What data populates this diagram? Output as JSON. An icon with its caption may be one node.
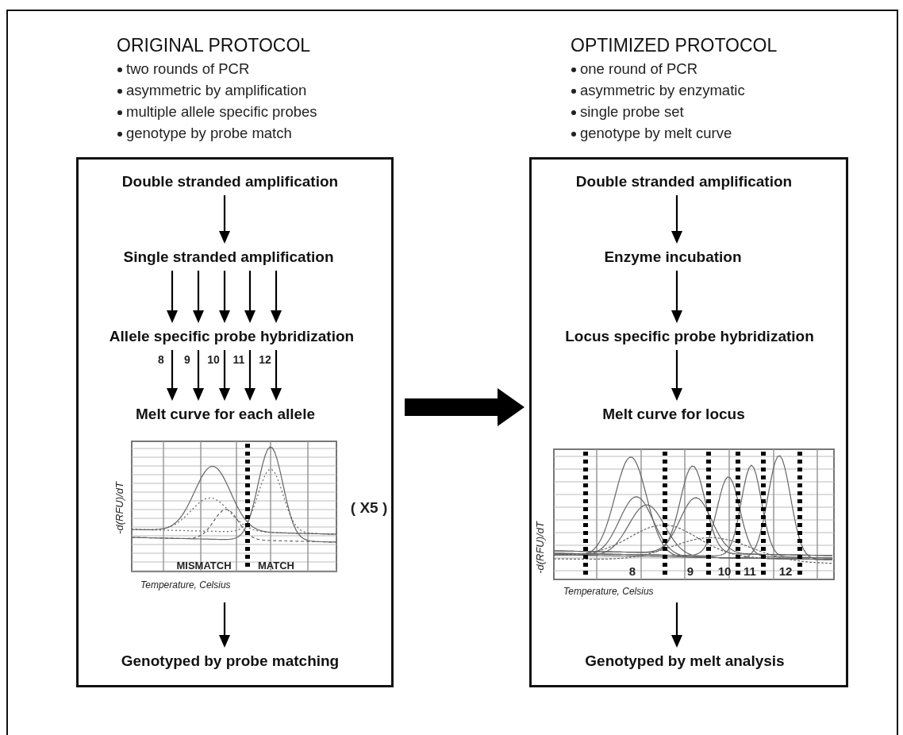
{
  "diagram": {
    "nodes": [
      {
        "text": [
          "ORIGINAL PROTOCOL",
          "two rounds of PCR",
          "asymmetric by amplification",
          "multiple allele specific probes",
          "genotype by probe match"
        ]
      },
      {
        "text": [
          "Double stranded amplification"
        ],
        "in": 0
      },
      {
        "text": [
          "Single stranded amplification"
        ],
        "in": 0
      },
      {
        "text": [
          "Allele specific probe hybridization"
        ],
        "in": 0
      },
      {
        "text": [
          "Melt curve for each allele"
        ],
        "in": 0
      },
      {
        "text": [],
        "shape": "chart",
        "in": 0,
        "beside": [
          "-d(RFU)/dT",
          "( X5 )",
          "Temperature, Celsius"
        ]
      },
      {
        "text": [
          "Genotyped by probe matching"
        ],
        "in": 0
      },
      {
        "text": [
          "OPTIMIZED PROTOCOL",
          "one round of PCR",
          "asymmetric by enzymatic",
          "single probe set",
          "genotype by melt curve"
        ]
      },
      {
        "text": [
          "Double stranded amplification"
        ],
        "in": 7
      },
      {
        "text": [
          "Enzyme incubation"
        ],
        "in": 7
      },
      {
        "text": [
          "Locus specific probe hybridization"
        ],
        "in": 7
      },
      {
        "text": [
          "Melt curve for locus"
        ],
        "in": 7
      },
      {
        "text": [],
        "shape": "chart",
        "in": 7,
        "beside": [
          "-d(RFU)/dT",
          "Temperature, Celsius"
        ]
      },
      {
        "text": [
          "Genotyped by melt analysis"
        ],
        "in": 7
      }
    ],
    "edges": [
      {
        "from": 1,
        "to": 2,
        "arrow": "to"
      },
      {
        "from": 2,
        "to": 3,
        "arrow": "to"
      },
      {
        "from": 2,
        "to": 3,
        "arrow": "to"
      },
      {
        "from": 2,
        "to": 3,
        "arrow": "to"
      },
      {
        "from": 2,
        "to": 3,
        "arrow": "to"
      },
      {
        "from": 2,
        "to": 3,
        "arrow": "to"
      },
      {
        "from": 3,
        "to": 4,
        "arrow": "to",
        "label": "8"
      },
      {
        "from": 3,
        "to": 4,
        "arrow": "to",
        "label": "9"
      },
      {
        "from": 3,
        "to": 4,
        "arrow": "to",
        "label": "10"
      },
      {
        "from": 3,
        "to": 4,
        "arrow": "to",
        "label": "11"
      },
      {
        "from": 3,
        "to": 4,
        "arrow": "to",
        "label": "12"
      },
      {
        "from": 5,
        "to": 6,
        "arrow": "to"
      },
      {
        "from": 0,
        "to": 7,
        "arrow": "to",
        "style": "thick"
      },
      {
        "from": 8,
        "to": 9,
        "arrow": "to"
      },
      {
        "from": 9,
        "to": 10,
        "arrow": "to"
      },
      {
        "from": 10,
        "to": 11,
        "arrow": "to"
      },
      {
        "from": 12,
        "to": 13,
        "arrow": "to"
      }
    ],
    "labels": [
      "MISMATCH",
      "MATCH",
      "8",
      "9",
      "10",
      "11",
      "12"
    ]
  }
}
